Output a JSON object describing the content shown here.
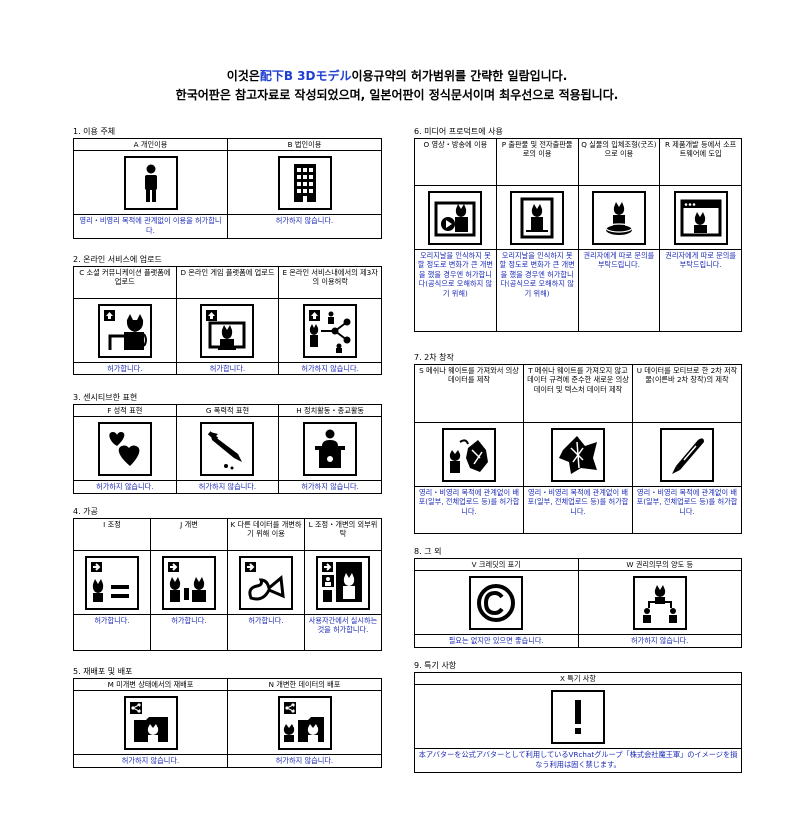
{
  "header": {
    "line1_pre": "이것은",
    "line1_hl": "配下B 3Dモデル",
    "line1_post": "이용규약의 허가범위를 간략한 일람입니다.",
    "line2": "한국어판은 참고자료로 작성되었으며, 일본어판이 정식문서이며 최우선으로 적용됩니다."
  },
  "s1": {
    "title": "1. 이용 주체",
    "cols": [
      {
        "head": "A 개인이용",
        "icon": "person-icon",
        "note": "영리・비영리 목적에 관계없이 이용을 허가합니다."
      },
      {
        "head": "B 법인이용",
        "icon": "building-icon",
        "note": "허가하지 않습니다."
      }
    ]
  },
  "s2": {
    "title": "2. 온라인 서비스에 업로드",
    "cols": [
      {
        "head": "C 소셜 커뮤니케이션 플랫폼에 업로드",
        "icon": "social-upload-icon",
        "note": "허가합니다."
      },
      {
        "head": "D 온라인 게임 플랫폼에 업로드",
        "icon": "game-upload-icon",
        "note": "허가합니다."
      },
      {
        "head": "E 온라인 서비스내에서의 제3자의 이용허락",
        "icon": "third-party-share-icon",
        "note": "허가하지 않습니다."
      }
    ]
  },
  "s3": {
    "title": "3. 센시티브한 표현",
    "cols": [
      {
        "head": "F 성적 표현",
        "icon": "hearts-icon",
        "note": "허가하지 않습니다."
      },
      {
        "head": "G 폭력적 표현",
        "icon": "knife-icon",
        "note": "허가하지 않습니다."
      },
      {
        "head": "H 정치활동・종교활동",
        "icon": "podium-icon",
        "note": "허가하지 않습니다."
      }
    ]
  },
  "s4": {
    "title": "4. 가공",
    "cols": [
      {
        "head": "I 조정",
        "icon": "adjust-icon",
        "note": "허가합니다."
      },
      {
        "head": "J 개변",
        "icon": "modify-icon",
        "note": "허가합니다."
      },
      {
        "head": "K 다른 데이터를 개변하기 위해 이용",
        "icon": "use-for-other-icon",
        "note": "허가합니다."
      },
      {
        "head": "L 조정・개변의 외부위탁",
        "icon": "outsource-icon",
        "note": "사용자간에서 실시하는 것을 허가합니다."
      }
    ]
  },
  "s5": {
    "title": "5. 재배포 및 배포",
    "cols": [
      {
        "head": "M 미개변 상태에서의 재배포",
        "icon": "redistribute-icon",
        "note": "허가하지 않습니다."
      },
      {
        "head": "N 개변한 데이터의 배포",
        "icon": "modified-distribute-icon",
        "note": "허가하지 않습니다."
      }
    ]
  },
  "s6": {
    "title": "6. 미디어 프로덕트에 사용",
    "cols": [
      {
        "head": "O 영상・방송에 이용",
        "icon": "video-icon",
        "note": "오리지날을 인식하지 못할 정도로 변화가 큰 개변을 했을 경우엔 허가합니다(공식으로 오해하지 않기 위해)"
      },
      {
        "head": "P 출판물 및 전자출판물로의 이용",
        "icon": "publication-icon",
        "note": "오리지날을 인식하지 못할 정도로 변화가 큰 개변을 했을 경우엔 허가합니다(공식으로 오해하지 않기 위해)"
      },
      {
        "head": "Q 실물의 입체조형(굿즈)으로 이용",
        "icon": "figure-icon",
        "note": "권리자에게 따로 문의를 부탁드립니다."
      },
      {
        "head": "R 제품개발 등에서 소프트웨어에 도입",
        "icon": "software-icon",
        "note": "권리자에게 따로 문의를 부탁드립니다."
      }
    ]
  },
  "s7": {
    "title": "7. 2차 창작",
    "cols": [
      {
        "head": "S 메쉬나 웨이트를 가져와서 의상 데이터를 제작",
        "icon": "mesh-outfit-icon",
        "note": "영리・비영리 목적에 관계없이 배포(일부, 전체업로드 등)를 허가합니다."
      },
      {
        "head": "T 메쉬나 웨이트를 가져오지 않고 데이터 규격에 준수한 새로운 의상 데이터 및 텍스처 데이터 제작",
        "icon": "new-outfit-icon",
        "note": "영리・비영리 목적에 관계없이 배포(일부, 전체업로드 등)를 허가합니다."
      },
      {
        "head": "U 데이터를 모티브로 한 2차 저작물(이른바 2차 창작)의 제작",
        "icon": "pen-icon",
        "note": "영리・비영리 목적에 관계없이 배포(일부, 전체업로드 등)를 허가합니다."
      }
    ]
  },
  "s8": {
    "title": "8. 그 외",
    "cols": [
      {
        "head": "V 크레딧의 표기",
        "icon": "copyright-icon",
        "note": "필요는 없지만 있으면 좋습니다."
      },
      {
        "head": "W 권리의무의 양도 등",
        "icon": "transfer-icon",
        "note": "허가하지 않습니다."
      }
    ]
  },
  "s9": {
    "title": "9. 특기 사항",
    "cols": [
      {
        "head": "X 특기 사항",
        "icon": "exclamation-icon",
        "note": "本アバターを公式アバターとして利用しているVRchatグループ「株式会社魔王軍」のイメージを損なう利用は固く禁じます。"
      }
    ]
  },
  "colors": {
    "note_text": "#1c2ab8",
    "highlight": "#1f3fd2",
    "border": "#000000"
  }
}
